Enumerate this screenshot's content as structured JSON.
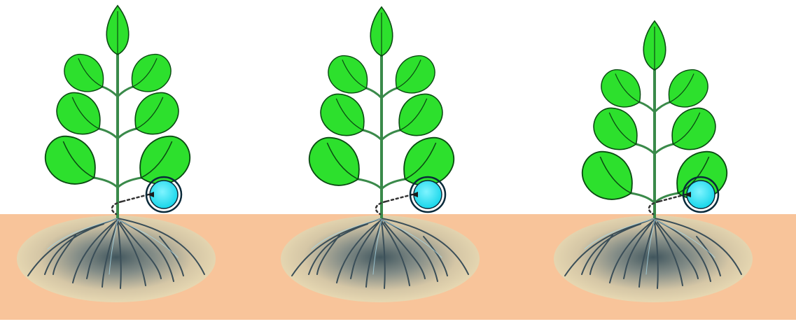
{
  "scene": {
    "sky_color": "#ffffff",
    "soil_color": "#f8c49a",
    "wet_zone_color": "#e8dcb4",
    "wet_core_color": "#37505a",
    "leaf_color": "#2de02d",
    "leaf_edge_color": "#0a4a12",
    "stem_color": "#3a8a4a",
    "root_color": "#3a4e58",
    "emitter_color": "#22e0f0",
    "emitter_edge_color": "#0a2a3a"
  },
  "plants": [
    {
      "id": "plant-1",
      "emitter": true
    },
    {
      "id": "plant-2",
      "emitter": true
    },
    {
      "id": "plant-3",
      "emitter": true
    }
  ]
}
